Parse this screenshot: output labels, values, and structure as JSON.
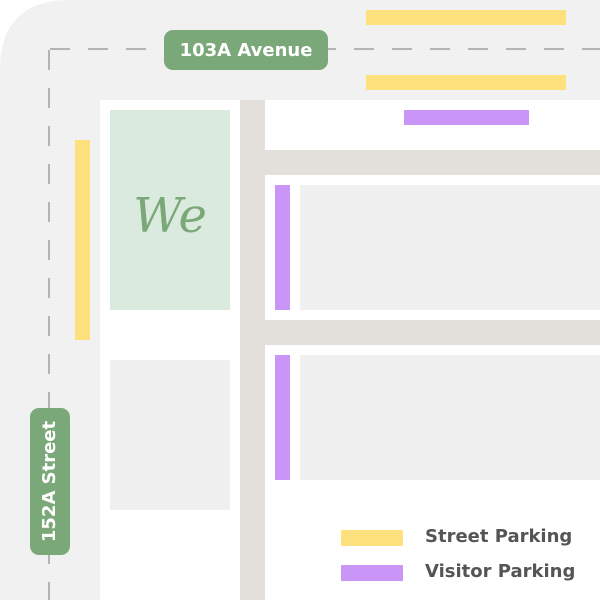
{
  "roads": {
    "avenue": "103A Avenue",
    "street": "152A Street"
  },
  "building_logo": "We",
  "legend": {
    "street_parking": "Street Parking",
    "visitor_parking": "Visitor Parking"
  },
  "colors": {
    "road": "#f1f1f1",
    "lane_dash": "#b4b4b4",
    "driveway": "#e3dfdb",
    "lot": "#f0f0f0",
    "featured_building": "#dbeade",
    "label_green": "#7ba878",
    "street_parking": "#fde17d",
    "visitor_parking": "#c996f7"
  }
}
